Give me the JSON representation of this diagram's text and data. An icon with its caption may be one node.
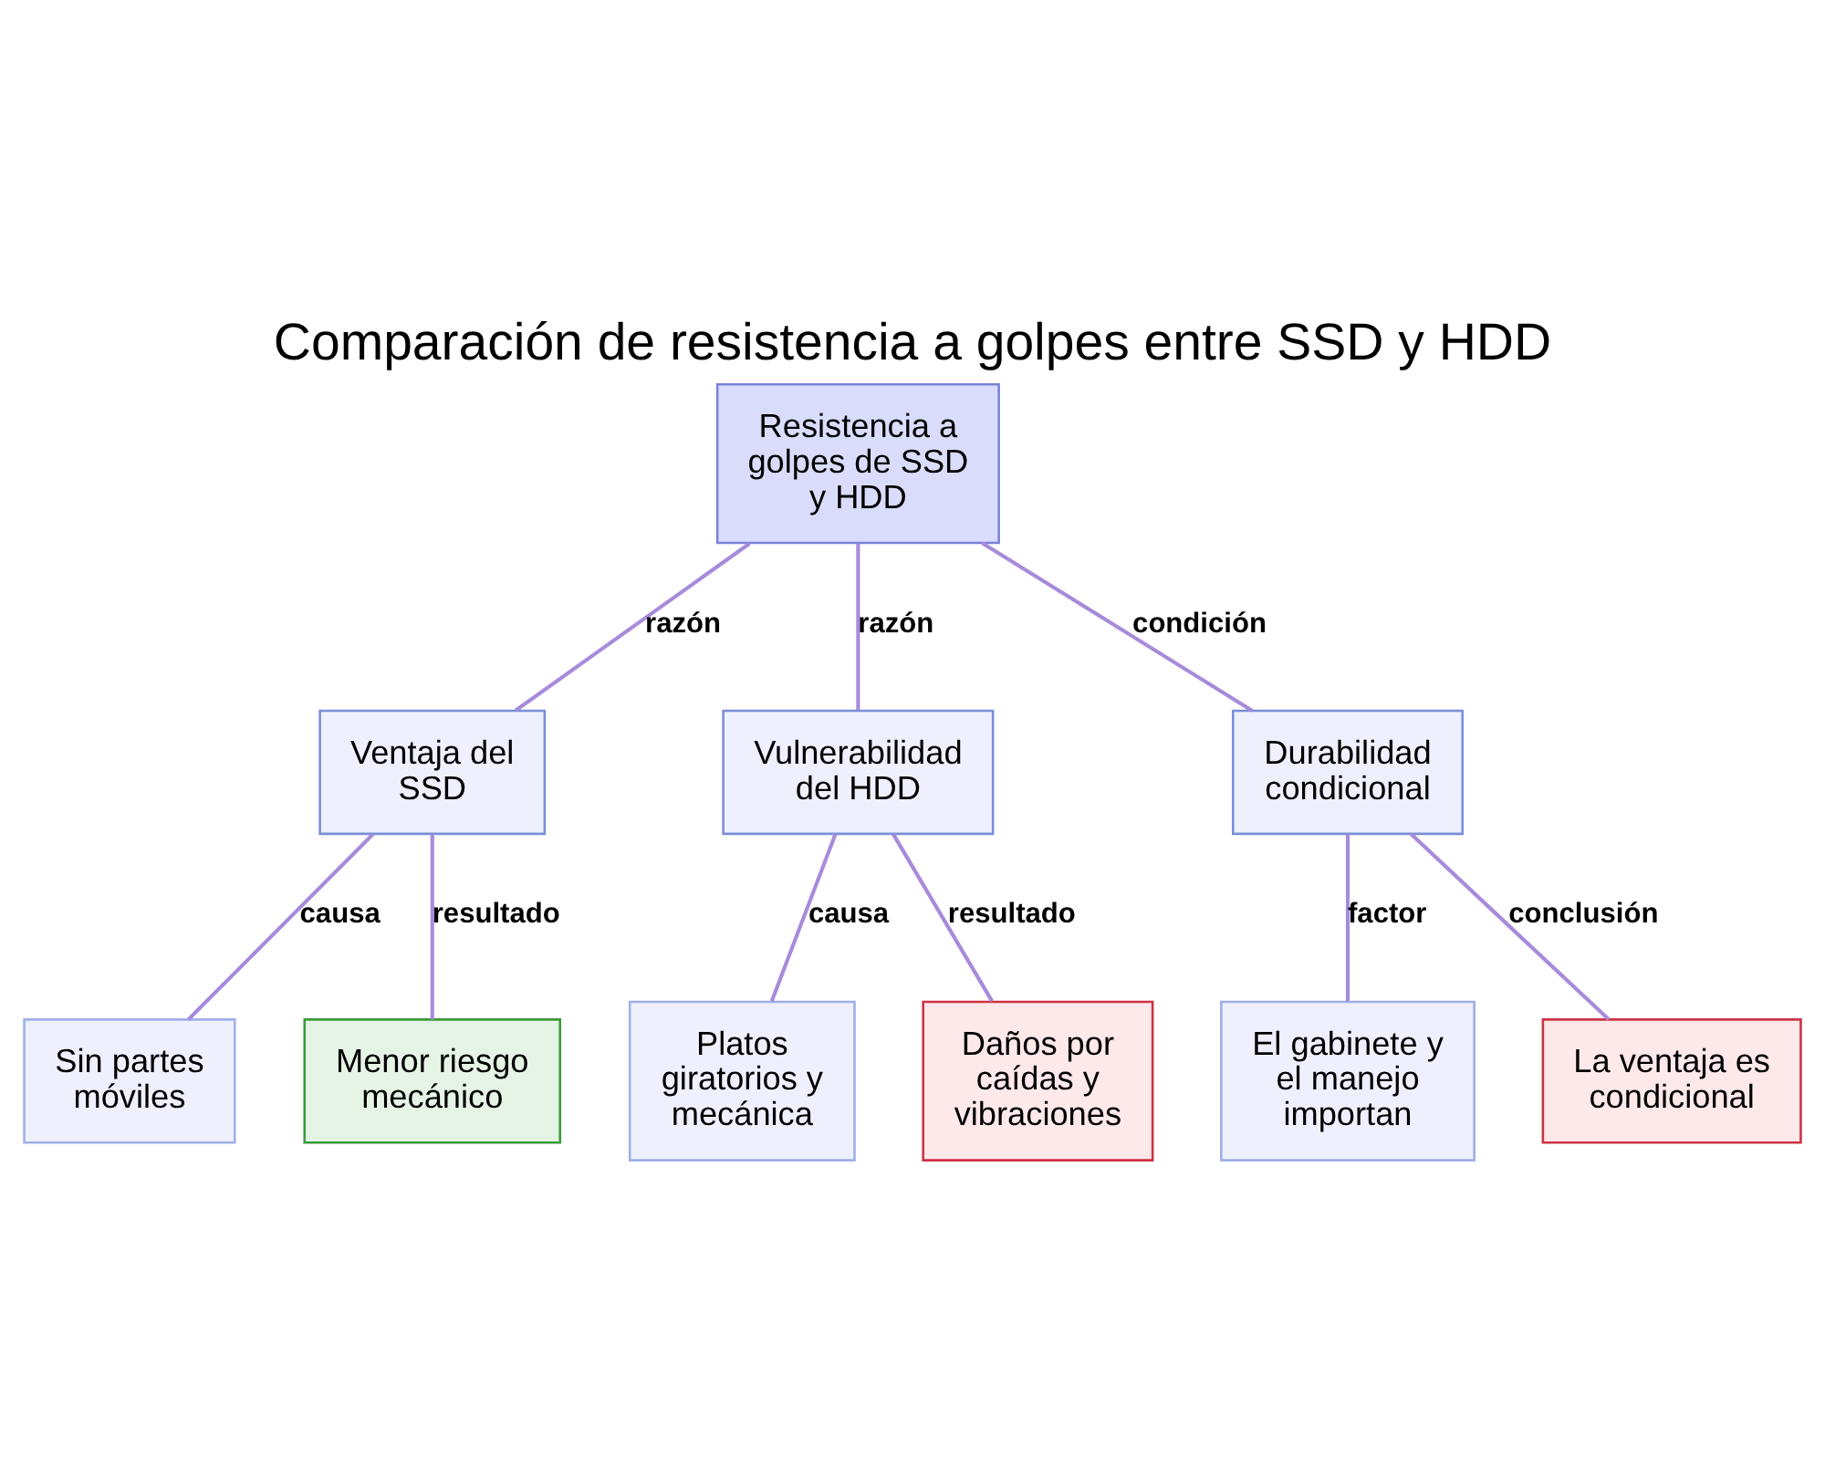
{
  "diagram": {
    "title": "Comparación de resistencia a golpes entre SSD y HDD",
    "nodes": [
      {
        "text": [
          "Resistencia a golpes de SSD y HDD"
        ]
      },
      {
        "text": [
          "Ventaja del SSD"
        ]
      },
      {
        "text": [
          "Vulnerabilidad del HDD"
        ]
      },
      {
        "text": [
          "Durabilidad condicional"
        ]
      },
      {
        "text": [
          "Sin partes móviles"
        ]
      },
      {
        "text": [
          "Menor riesgo mecánico"
        ]
      },
      {
        "text": [
          "Platos giratorios y mecánica"
        ]
      },
      {
        "text": [
          "Daños por caídas y vibraciones"
        ]
      },
      {
        "text": [
          "El gabinete y el manejo importan"
        ]
      },
      {
        "text": [
          "La ventaja es condicional"
        ]
      }
    ],
    "edges": [
      {
        "from": 0,
        "to": 1,
        "arrow": "none",
        "label": "razón"
      },
      {
        "from": 0,
        "to": 2,
        "arrow": "none",
        "label": "razón"
      },
      {
        "from": 0,
        "to": 3,
        "arrow": "none",
        "label": "condición"
      },
      {
        "from": 1,
        "to": 4,
        "arrow": "none",
        "label": "causa"
      },
      {
        "from": 1,
        "to": 5,
        "arrow": "none",
        "label": "resultado"
      },
      {
        "from": 2,
        "to": 6,
        "arrow": "none",
        "label": "causa"
      },
      {
        "from": 2,
        "to": 7,
        "arrow": "none",
        "label": "resultado"
      },
      {
        "from": 3,
        "to": 8,
        "arrow": "none",
        "label": "factor"
      },
      {
        "from": 3,
        "to": 9,
        "arrow": "none",
        "label": "conclusión"
      }
    ]
  }
}
